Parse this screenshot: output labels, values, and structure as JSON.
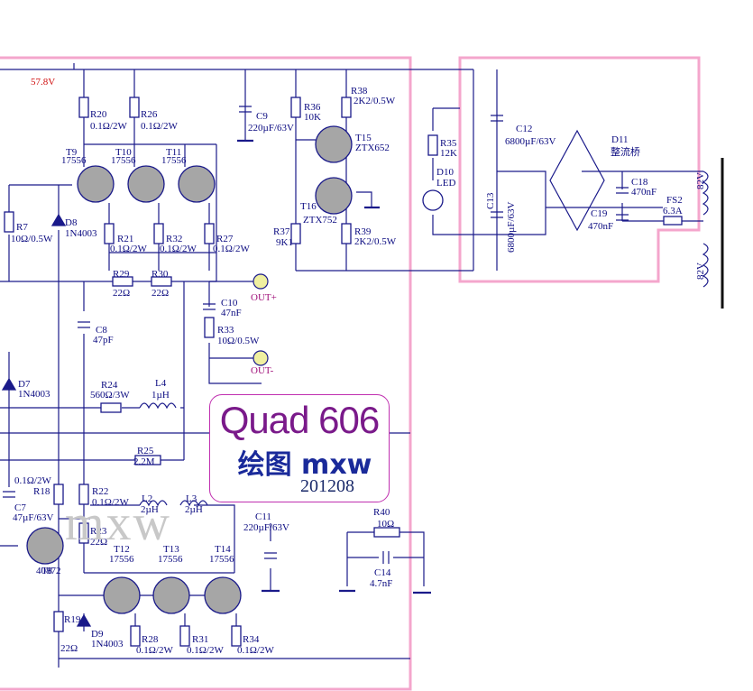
{
  "supply_voltage": "57.8V",
  "title": {
    "main": "Quad 606",
    "sub": "绘图 mxw",
    "date": "201208"
  },
  "watermark": "mxw",
  "outputs": {
    "pos": "OUT+",
    "neg": "OUT-"
  },
  "transformer": {
    "v1": "82V",
    "v2": "82V"
  },
  "bridge_label": "整流桥",
  "components": {
    "R20": [
      "R20",
      "0.1Ω/2W"
    ],
    "R26": [
      "R26",
      "0.1Ω/2W"
    ],
    "C9": [
      "C9",
      "220µF/63V"
    ],
    "R36": [
      "R36",
      "10K"
    ],
    "R38": [
      "R38",
      "2K2/0.5W"
    ],
    "T15": [
      "T15",
      "ZTX652"
    ],
    "T16": [
      "T16",
      "ZTX752"
    ],
    "R37": [
      "R37",
      "9K1"
    ],
    "R39": [
      "R39",
      "2K2/0.5W"
    ],
    "T9": [
      "T9",
      "17556"
    ],
    "T10": [
      "T10",
      "17556"
    ],
    "T11": [
      "T11",
      "17556"
    ],
    "R7": [
      "R7",
      "10Ω/0.5W"
    ],
    "D8": [
      "D8",
      "1N4003"
    ],
    "R21": [
      "R21",
      "0.1Ω/2W"
    ],
    "R32": [
      "R32",
      "0.1Ω/2W"
    ],
    "R27": [
      "R27",
      "0.1Ω/2W"
    ],
    "R29": [
      "R29",
      "22Ω"
    ],
    "R30": [
      "R30",
      "22Ω"
    ],
    "C10": [
      "C10",
      "47nF"
    ],
    "R33": [
      "R33",
      "10Ω/0.5W"
    ],
    "C8": [
      "C8",
      "47pF"
    ],
    "D7": [
      "D7",
      "1N4003"
    ],
    "R24": [
      "R24",
      "560Ω/3W"
    ],
    "L4": [
      "L4",
      "1µH"
    ],
    "R25": [
      "R25",
      "2.2M"
    ],
    "R18": [
      "R18",
      "0.1Ω/2W"
    ],
    "C7": [
      "C7",
      "47µF/63V"
    ],
    "R22": [
      "R22",
      "0.1Ω/2W"
    ],
    "L2": [
      "L2",
      "2µH"
    ],
    "L3": [
      "L3",
      "2µH"
    ],
    "C11": [
      "C11",
      "220µF/63V"
    ],
    "R23": [
      "R23",
      "22Ω"
    ],
    "T8": [
      "T8",
      "40872"
    ],
    "T12": [
      "T12",
      "17556"
    ],
    "T13": [
      "T13",
      "17556"
    ],
    "T14": [
      "T14",
      "17556"
    ],
    "R19": [
      "R19",
      "22Ω"
    ],
    "D9": [
      "D9",
      "1N4003"
    ],
    "R28": [
      "R28",
      "0.1Ω/2W"
    ],
    "R31": [
      "R31",
      "0.1Ω/2W"
    ],
    "R34": [
      "R34",
      "0.1Ω/2W"
    ],
    "R40": [
      "R40",
      "10Ω"
    ],
    "C14": [
      "C14",
      "4.7nF"
    ],
    "R35": [
      "R35",
      "12K"
    ],
    "D10": [
      "D10",
      "LED"
    ],
    "C12": [
      "C12",
      "6800µF/63V"
    ],
    "C13": [
      "C13",
      "6800µF/63V"
    ],
    "D11": [
      "D11"
    ],
    "C18": [
      "C18",
      "470nF"
    ],
    "C19": [
      "C19",
      "470nF"
    ],
    "FS2": [
      "FS2",
      "6.3A"
    ]
  },
  "colors": {
    "wire": "#1a1a8a",
    "border": "#f4a6cc",
    "voltage": "#d01010",
    "title": "#7a1a8a"
  }
}
